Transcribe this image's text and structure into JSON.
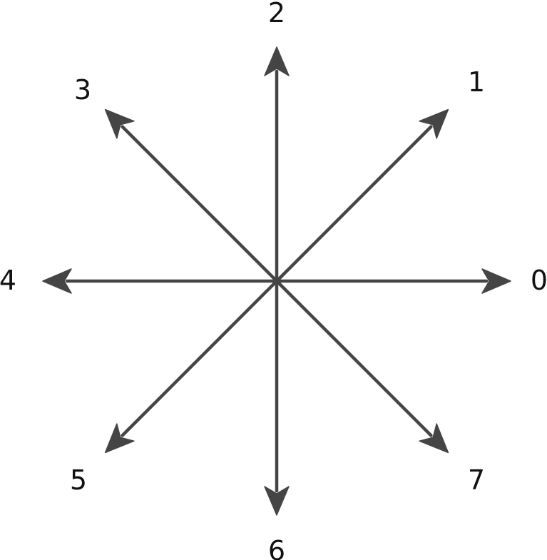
{
  "diagram": {
    "stroke_color": "#454545",
    "label_color": "#111111",
    "directions": [
      {
        "label": "0",
        "angle_deg": 0
      },
      {
        "label": "1",
        "angle_deg": 45
      },
      {
        "label": "2",
        "angle_deg": 90
      },
      {
        "label": "3",
        "angle_deg": 135
      },
      {
        "label": "4",
        "angle_deg": 180
      },
      {
        "label": "5",
        "angle_deg": 225
      },
      {
        "label": "6",
        "angle_deg": 270
      },
      {
        "label": "7",
        "angle_deg": 315
      }
    ]
  }
}
